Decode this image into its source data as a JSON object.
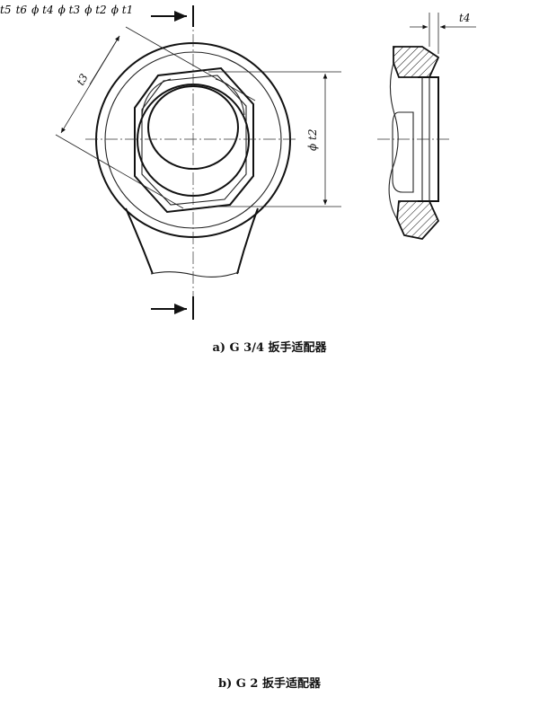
{
  "figure_a": {
    "caption": "a) G 3/4 扳手适配器",
    "labels": {
      "t3": "t3",
      "t2": "ϕ t2",
      "t4": "t4"
    }
  },
  "figure_b": {
    "caption": "b) G 2 扳手适配器",
    "labels": {
      "t5": "t5",
      "t6": "t6",
      "t4": "ϕ t4",
      "t3": "ϕ t3",
      "t2": "ϕ t2",
      "t1": "ϕ t1"
    }
  }
}
